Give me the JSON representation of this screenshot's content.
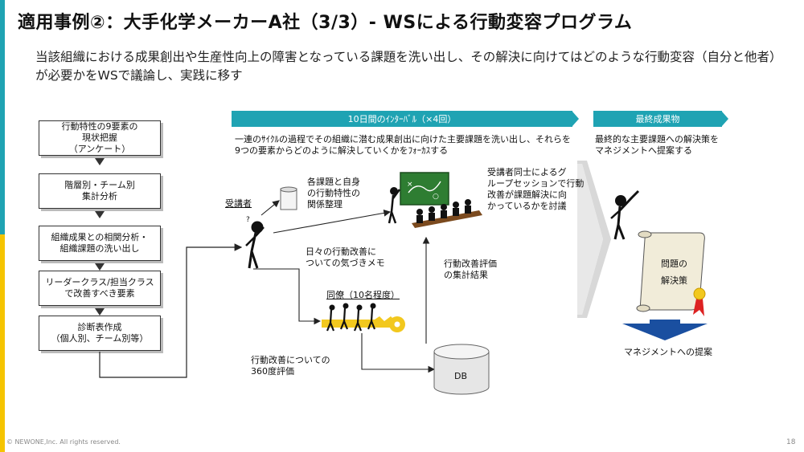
{
  "slide": {
    "title": "適用事例②：大手化学メーカーA社（3/3）- WSによる行動変容プログラム",
    "lead": "当該組織における成果創出や生産性向上の障害となっている課題を洗い出し、その解決に向けてはどのような行動変容（自分と他者）が必要かをWSで議論し、実践に移す",
    "footer": "© NEWONE,Inc.  All rights reserved.",
    "page_number": "18"
  },
  "steps": [
    {
      "label": "行動特性の9要素の\n現状把握\n（アンケート）"
    },
    {
      "label": "階層別・チーム別\n集計分析"
    },
    {
      "label": "組織成果との相関分析・\n組織課題の洗い出し"
    },
    {
      "label": "リーダークラス/担当クラス\nで改善すべき要素"
    },
    {
      "label": "診断表作成\n（個人別、チーム別等）"
    }
  ],
  "interval": {
    "header": "10日間のｲﾝﾀｰﾊﾞﾙ（×4回）",
    "description": "一連のｻｲｸﾙの過程でその組織に潜む成果創出に向けた主要課題を洗い出し、それらを9つの要素からどのように解決していくかをﾌｫｰｶｽする",
    "participant": "受講者",
    "relation": "各課題と自身\nの行動特性の\n関係整理",
    "group_session": "受講者同士によるグ\nループセッションで行動\n改善が課題解決に向\nかっているかを討議",
    "memo": "日々の行動改善に\nついての気づきメモ",
    "colleagues": "同僚（10名程度）",
    "evaluation_result": "行動改善評価\nの集計結果",
    "evaluation_360": "行動改善についての\n360度評価",
    "db": "DB"
  },
  "final": {
    "header": "最終成果物",
    "description": "最終的な主要課題への解決策を\nマネジメントへ提案する",
    "scroll_line1": "問題の",
    "scroll_line2": "解決策",
    "proposal": "マネジメントへの提案"
  },
  "colors": {
    "accent": "#1fa3b3",
    "accent_yellow": "#f5c400",
    "key_yellow": "#f2c81e",
    "board_green": "#2e7d32",
    "proposal_arrow": "#1a4fa0",
    "ribbon_red": "#d22"
  }
}
